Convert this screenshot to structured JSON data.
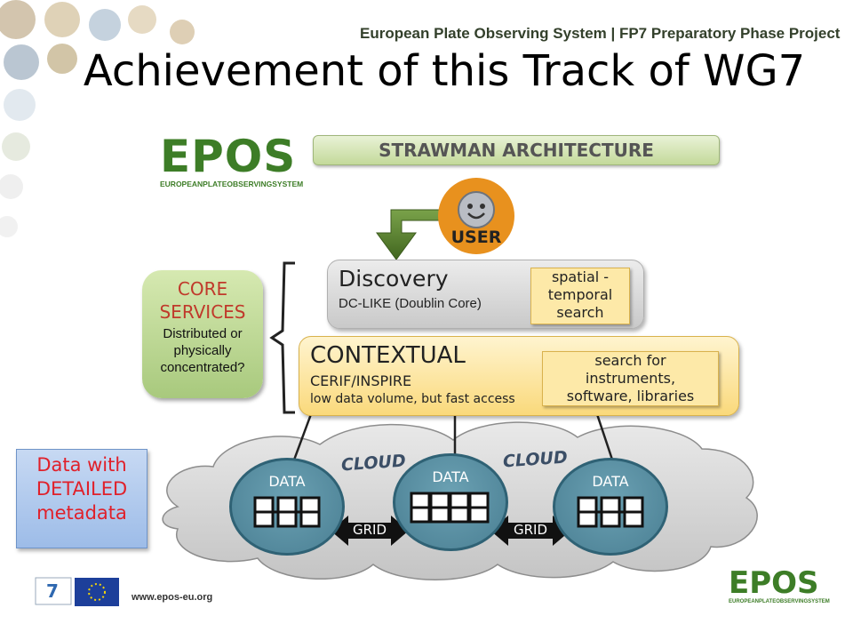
{
  "header": {
    "project_line": "European Plate Observing System | FP7 Preparatory Phase Project"
  },
  "title": "Achievement of this Track of WG7",
  "logo": {
    "word": "EPOS",
    "subtitle": "EUROPEANPLATEOBSERVINGSYSTEM"
  },
  "banner": "STRAWMAN ARCHITECTURE",
  "user": {
    "label": "USER"
  },
  "core_services": {
    "title_line1": "CORE",
    "title_line2": "SERVICES",
    "text_line1": "Distributed or",
    "text_line2": "physically",
    "text_line3": "concentrated?"
  },
  "discovery": {
    "title": "Discovery",
    "subtitle": "DC-LIKE (Doublin Core)",
    "box_line1": "spatial -",
    "box_line2": "temporal",
    "box_line3": "search"
  },
  "contextual": {
    "title": "CONTEXTUAL",
    "subtitle1": "CERIF/INSPIRE",
    "subtitle2": "low data volume, but fast access",
    "box_line1": "search for",
    "box_line2": "instruments,",
    "box_line3": "software, libraries"
  },
  "clouds": {
    "label_left": "CLOUD",
    "label_right": "CLOUD"
  },
  "data_nodes": [
    {
      "label": "DATA"
    },
    {
      "label": "DATA"
    },
    {
      "label": "DATA"
    }
  ],
  "grid_links": [
    {
      "label": "GRID"
    },
    {
      "label": "GRID"
    }
  ],
  "detailed_box": {
    "line1": "Data with",
    "line2": "DETAILED",
    "line3": "metadata"
  },
  "footer": {
    "url": "www.epos-eu.org",
    "logo_word": "EPOS",
    "logo_subtitle": "EUROPEANPLATEOBSERVINGSYSTEM"
  },
  "colors": {
    "epos_green": "#3d7d27",
    "user_orange": "#e8911e",
    "core_red": "#c0392b",
    "detail_red": "#e0202a"
  }
}
